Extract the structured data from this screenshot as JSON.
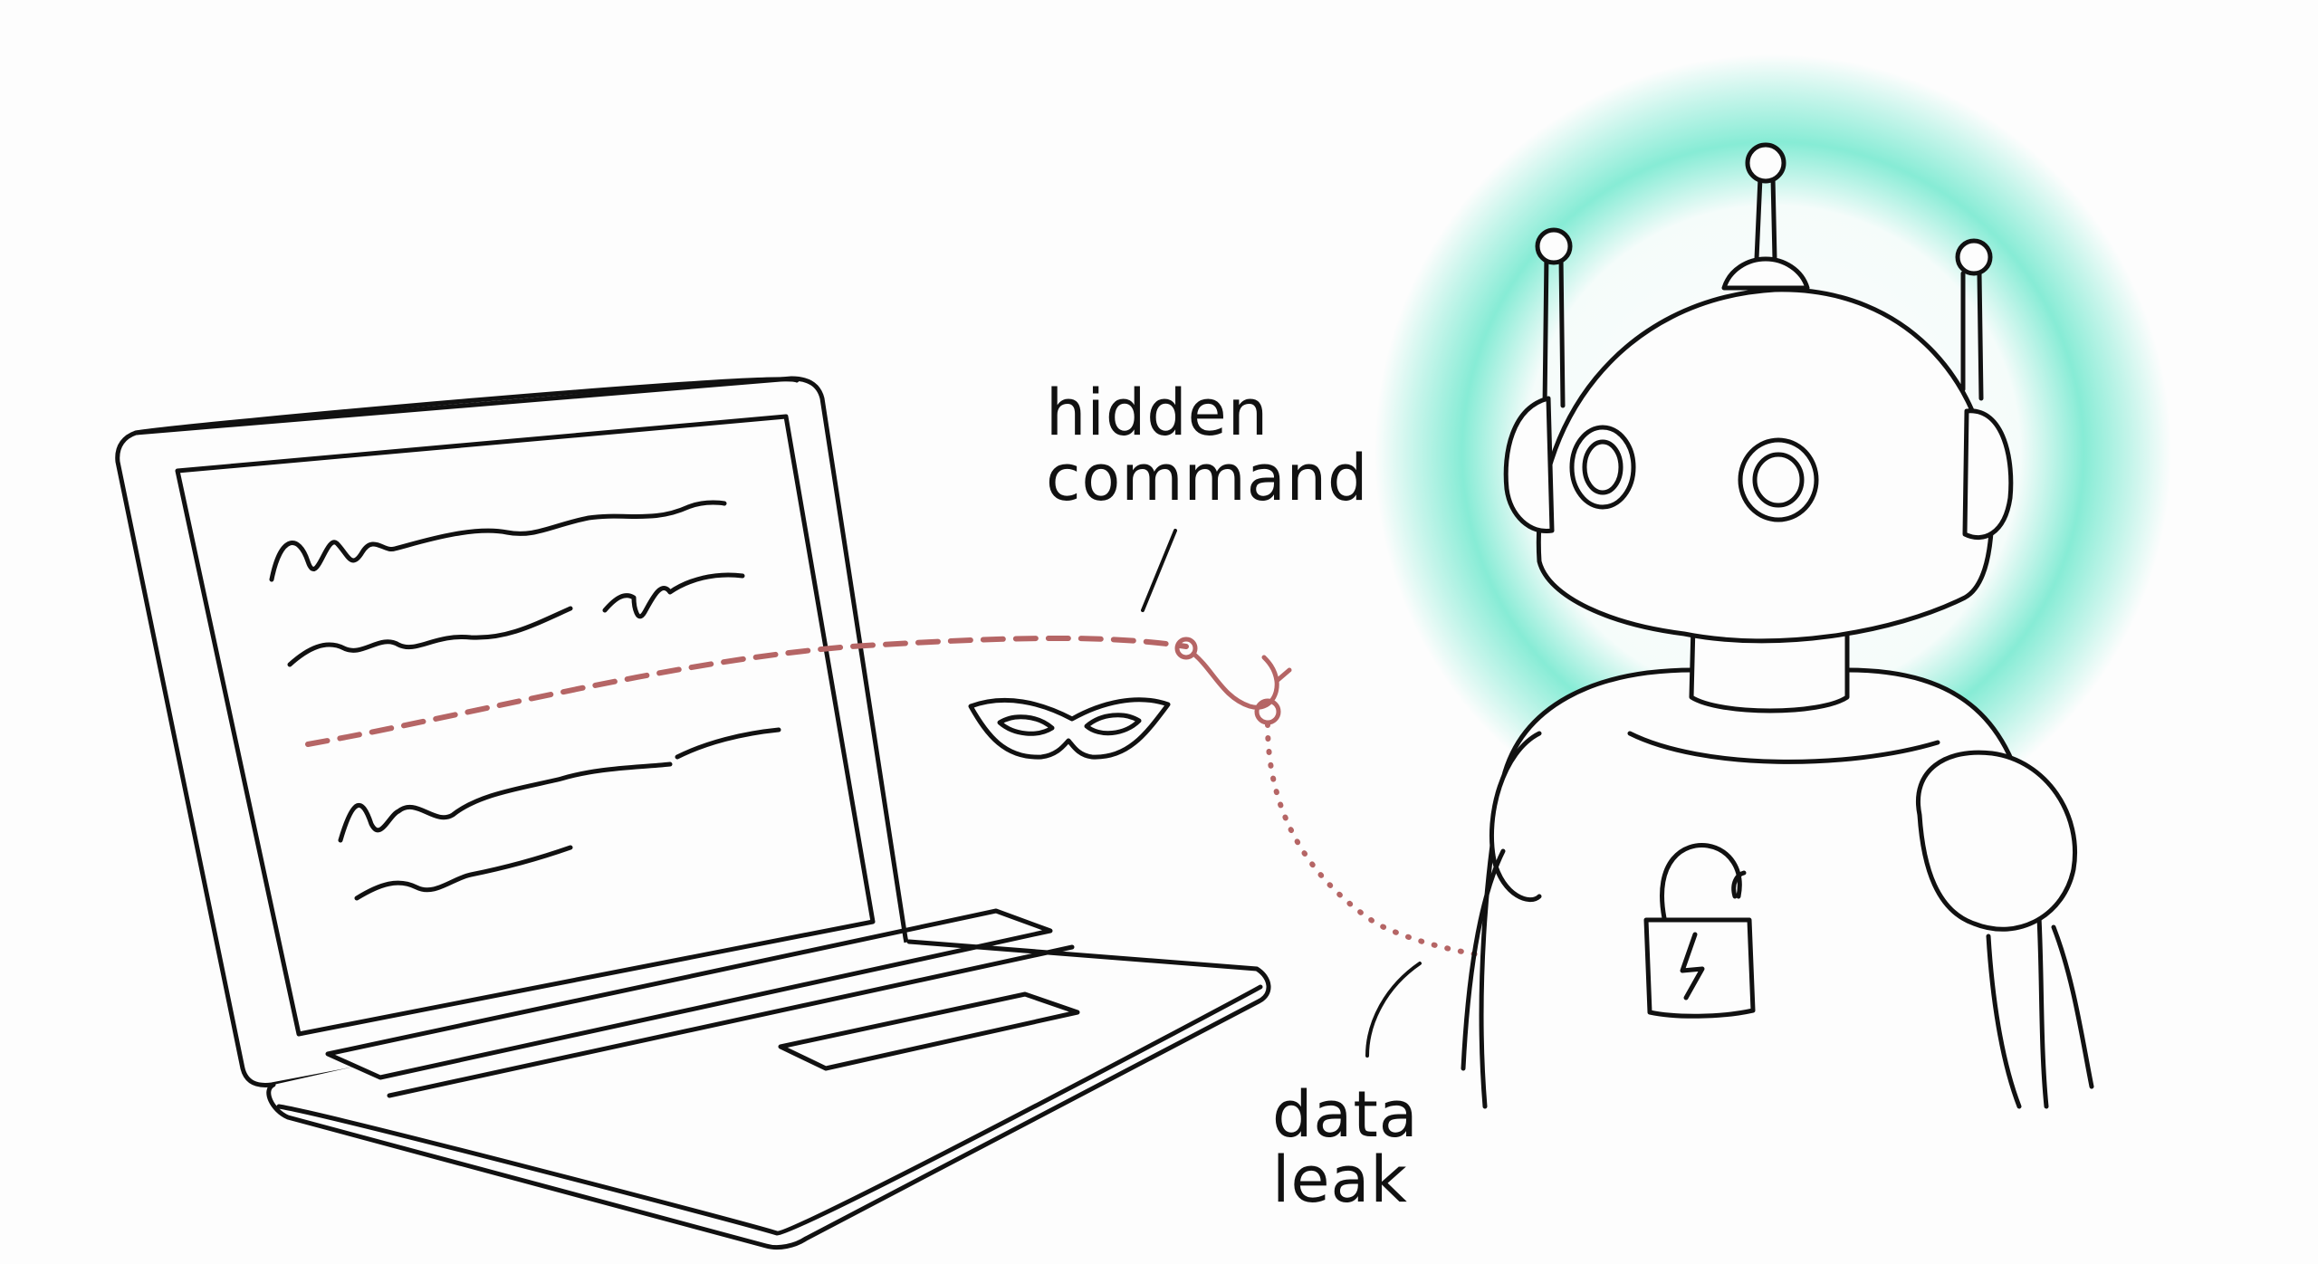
{
  "labels": {
    "hidden_command": [
      "hidden",
      "command"
    ],
    "data_leak": [
      "data",
      "leak"
    ]
  },
  "colors": {
    "ink": "#111111",
    "attack_path": "#b56565",
    "robot_glow": "#5fe6c8",
    "background": "#fdfdfd"
  },
  "icons": [
    "laptop-icon",
    "robot-icon",
    "mask-icon",
    "fishing-hook-icon",
    "broken-padlock-icon"
  ]
}
